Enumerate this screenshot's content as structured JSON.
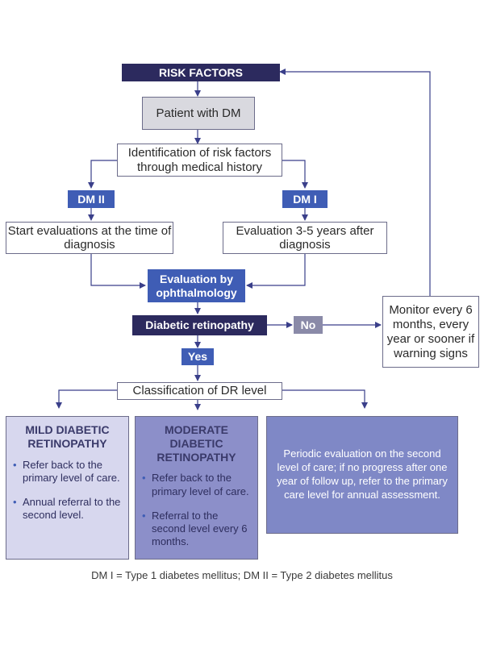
{
  "nodes": {
    "risk_factors": "RISK FACTORS",
    "patient_dm": "Patient with DM",
    "identification": "Identification of risk factors through medical history",
    "dm2": "DM II",
    "dm1": "DM I",
    "start_eval": "Start evaluations at the time of diagnosis",
    "eval_3_5": "Evaluation 3-5 years after diagnosis",
    "ophthalmology": "Evaluation by ophthalmology",
    "diabetic_retinopathy": "Diabetic retinopathy",
    "no": "No",
    "yes": "Yes",
    "monitor": "Monitor every 6 months, every year or sooner if warning signs",
    "classification": "Classification of DR level"
  },
  "panels": {
    "mild": {
      "title": "MILD DIABETIC RETINOPATHY",
      "bullets": [
        "Refer back to the primary level of care.",
        "Annual referral to the second level."
      ]
    },
    "moderate": {
      "title": "MODERATE DIABETIC RETINOPATHY",
      "bullets": [
        "Refer back to the primary level of care.",
        "Referral to the second level every 6 months."
      ]
    },
    "periodic": {
      "text": "Periodic evaluation on the second level of care; if no progress after one year of follow up, refer to the primary care level for annual assessment."
    }
  },
  "footnote": "DM I = Type 1 diabetes mellitus; DM II = Type 2 diabetes mellitus",
  "colors": {
    "dark_header": "#2c2a5e",
    "mid_blue": "#3f5db5",
    "connector": "#3a3f8a",
    "mild_panel": "#d7d7ee",
    "moderate_panel": "#8c8fc9",
    "periodic_panel": "#7f88c6"
  }
}
